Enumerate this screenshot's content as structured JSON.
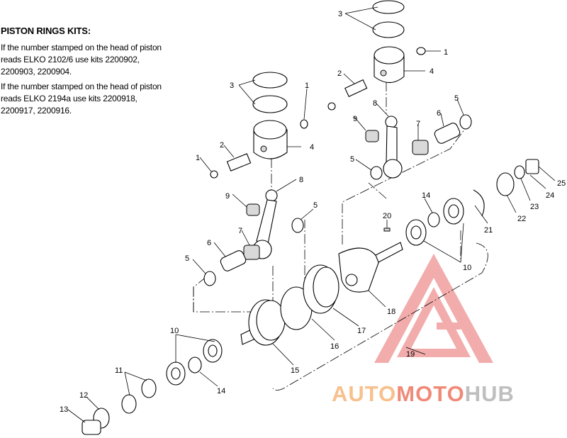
{
  "notes": {
    "title": "PISTON RINGS KITS:",
    "para1": "If the number stamped on the head of piston reads ELKO 2102/6 use kits 2200902, 2200903, 2200904.",
    "para2": "If the number stamped on the head of piston reads ELKO 2194a use kits 2200918, 2200917, 2200916."
  },
  "callouts": [
    "1",
    "1",
    "1",
    "2",
    "2",
    "3",
    "3",
    "4",
    "4",
    "5",
    "5",
    "5",
    "6",
    "6",
    "7",
    "7",
    "8",
    "8",
    "9",
    "9",
    "10",
    "10",
    "11",
    "12",
    "13",
    "14",
    "14",
    "15",
    "16",
    "17",
    "18",
    "19",
    "20",
    "21",
    "22",
    "23",
    "24",
    "25"
  ],
  "watermark": {
    "part1": "AUTO",
    "part2": "MOTO",
    "part3": "HUB",
    "part1_color": "#f7c08d",
    "part2_color": "#f08a78",
    "part3_color": "#bfbfbf"
  },
  "colors": {
    "line": "#000000",
    "watermark_logo": "#e86a6a"
  }
}
